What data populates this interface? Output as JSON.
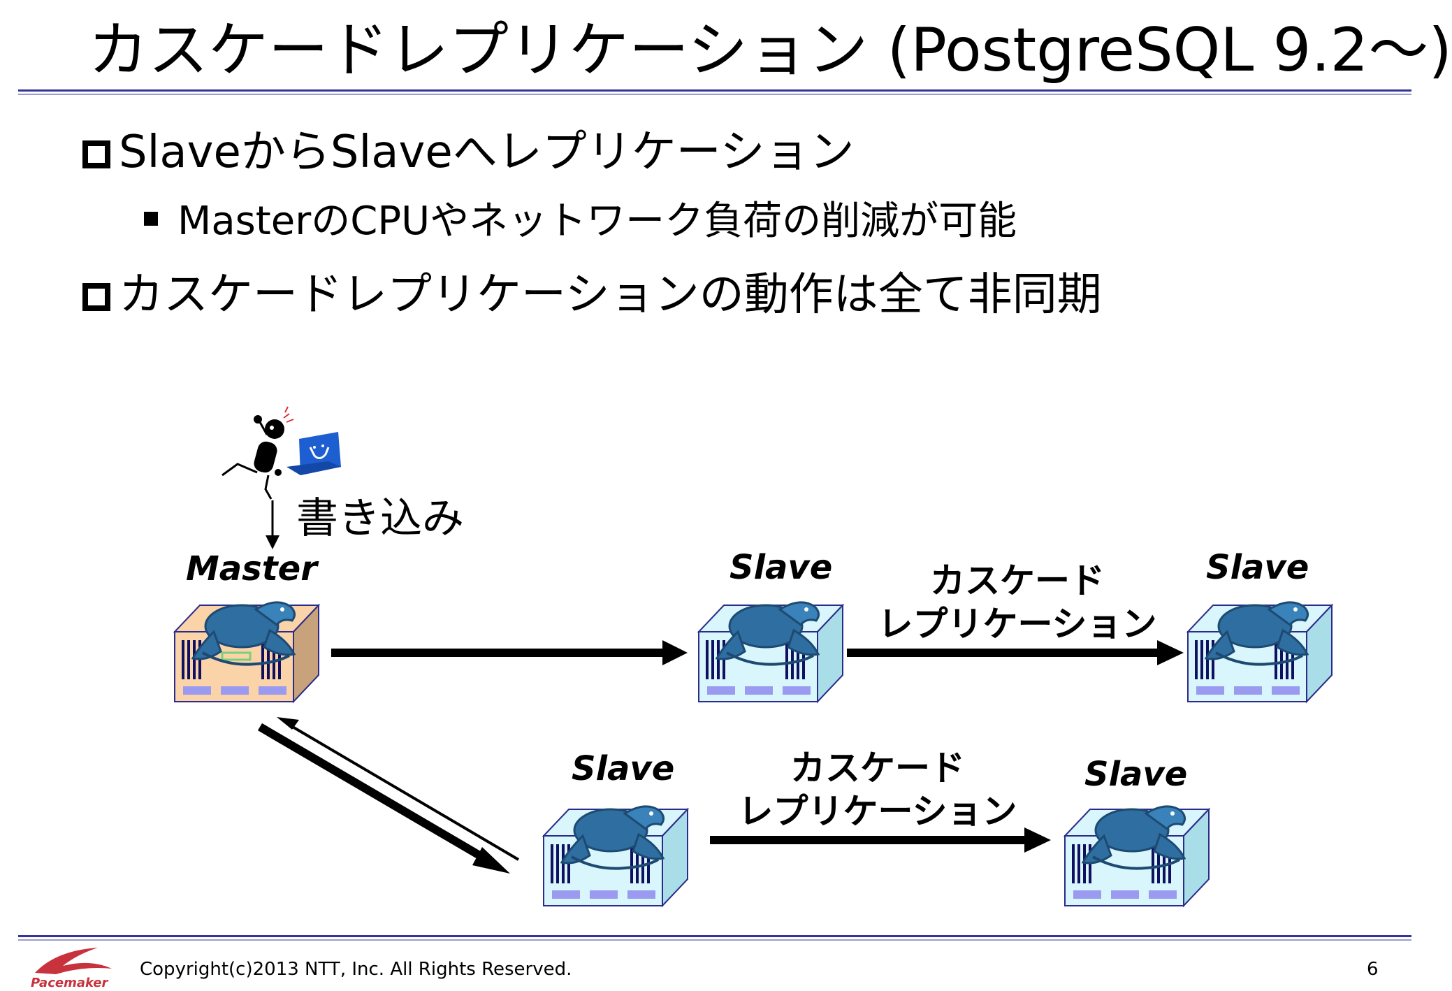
{
  "title": "カスケードレプリケーション (PostgreSQL 9.2～)",
  "bullets": [
    {
      "text": "SlaveからSlaveへレプリケーション",
      "sub": [
        "MasterのCPUやネットワーク負荷の削減が可能"
      ]
    },
    {
      "text": "カスケードレプリケーションの動作は全て非同期",
      "sub": []
    }
  ],
  "diagram": {
    "write_label": "書き込み",
    "master_label": "Master",
    "slave_label": "Slave",
    "cascade_label_line1": "カスケード",
    "cascade_label_line2": "レプリケーション"
  },
  "footer": {
    "copyright": "Copyright(c)2013 NTT, Inc. All Rights Reserved.",
    "page_number": "6",
    "logo_text": "Pacemaker"
  },
  "colors": {
    "rule": "#33339a",
    "master_body": "#fbd3a9",
    "master_side": "#c8a27a",
    "slave_body": "#d8f6fb",
    "slave_side": "#a9dde8",
    "slot": "#9a9af0",
    "elephant": "#2f6ea0",
    "elephant_dark": "#1d4a72",
    "client_box": "#1d5fd0",
    "logo": "#c8323c"
  }
}
